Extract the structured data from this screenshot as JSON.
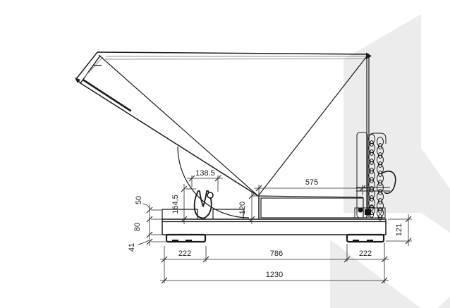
{
  "drawing": {
    "title": "tipping-skip-side-view",
    "units": "mm",
    "colors": {
      "line": "#1a1a1a",
      "dimension": "#2a2a2a",
      "rim_shading": "#929292",
      "watermark": "#ececec",
      "background": "#ffffff"
    },
    "dims": {
      "d1385": "138.5",
      "d575": "575",
      "d1645": "164.5",
      "d120": "120",
      "d50": "50",
      "d80": "80",
      "d41": "41",
      "d121": "121",
      "d222l": "222",
      "d786": "786",
      "d222r": "222",
      "d1230": "1230"
    }
  }
}
